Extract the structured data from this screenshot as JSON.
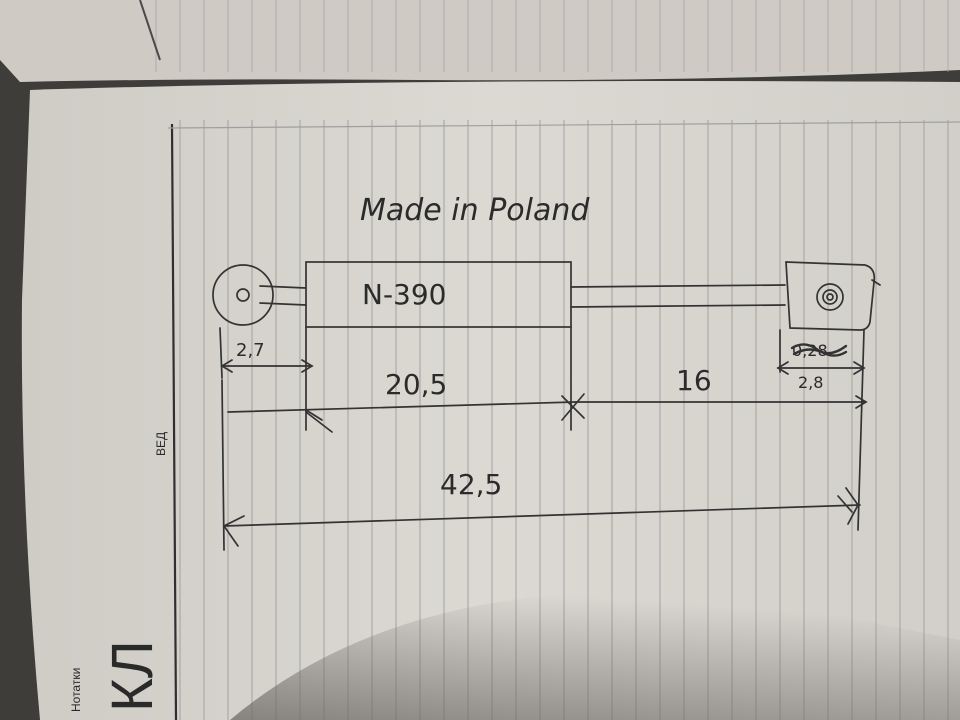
{
  "sketch": {
    "title": "Made in Poland",
    "component_label": "N-390",
    "dimensions": {
      "left_end": "2,7",
      "body": "20,5",
      "lead": "16",
      "right_end": "2,8",
      "total": "42,5"
    },
    "struck_out_note": "0,28"
  },
  "notebook": {
    "header_label": "Нотатки",
    "logo_text": "КЛ",
    "side_mark": "ВЕД"
  }
}
